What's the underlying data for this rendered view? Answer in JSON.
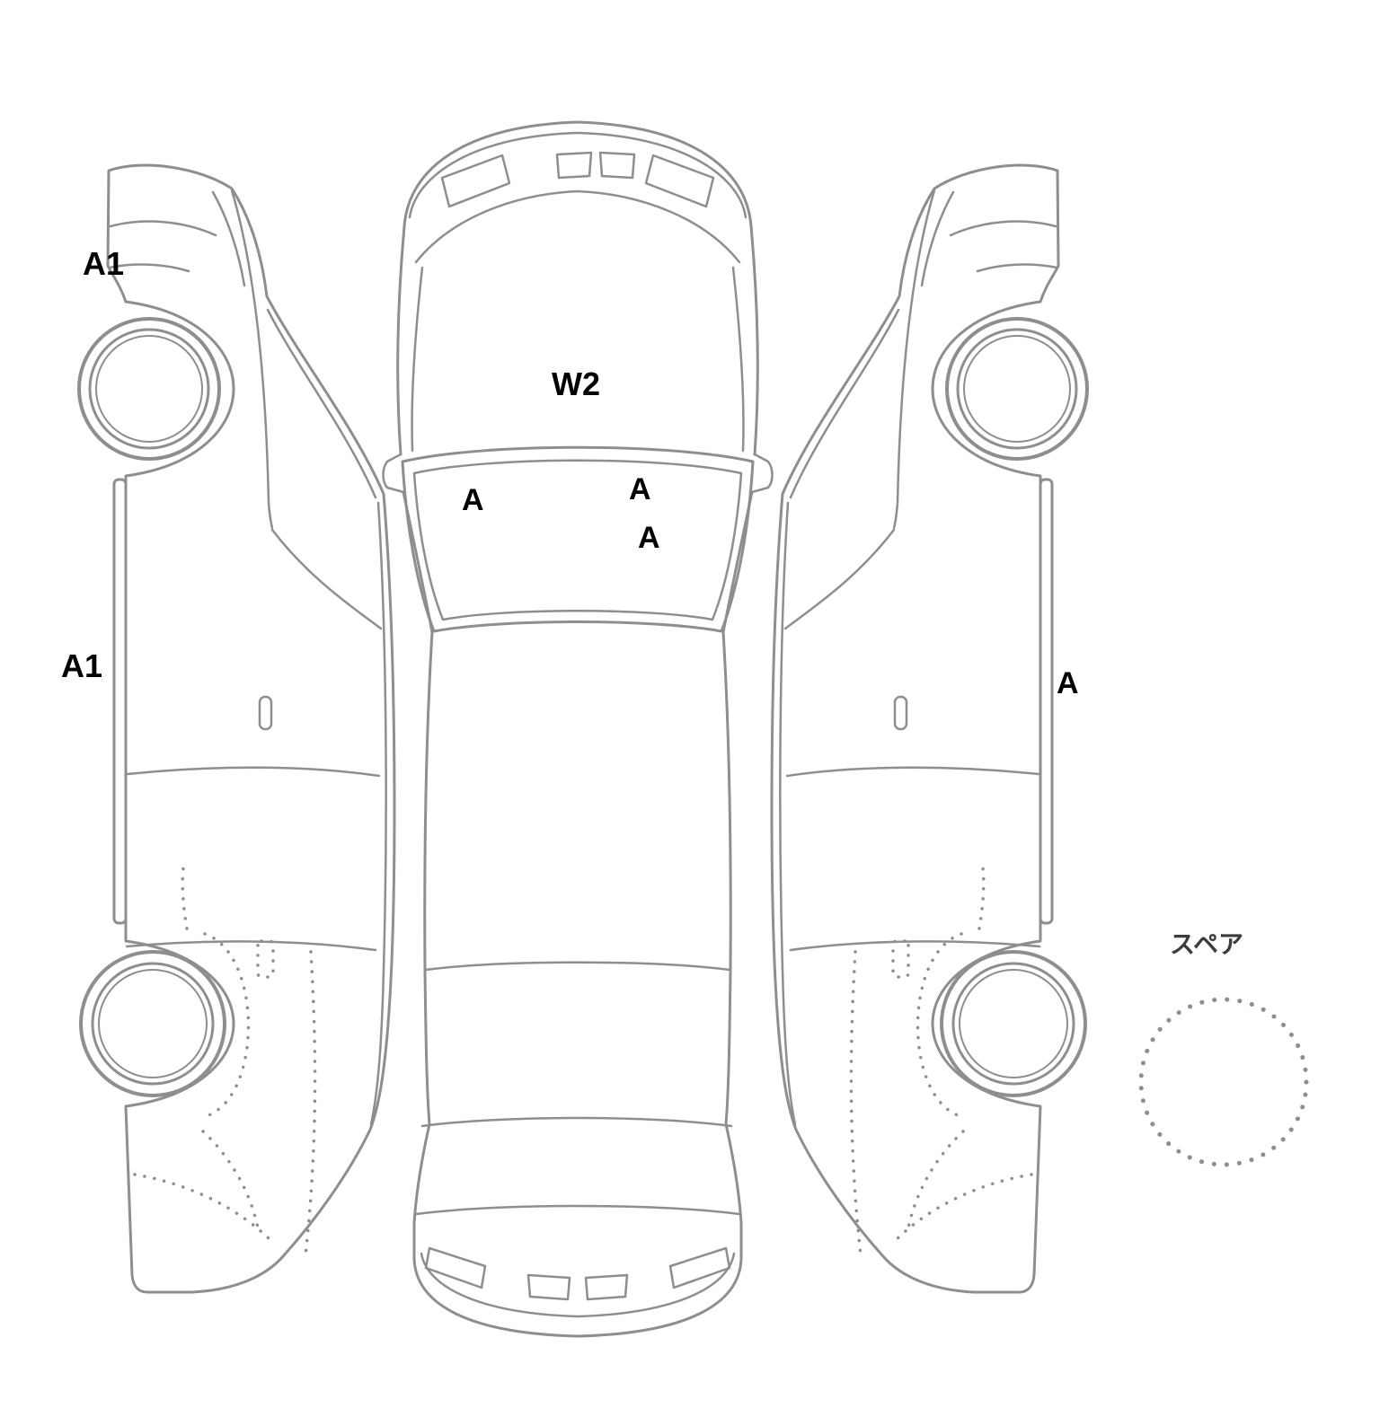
{
  "diagram": {
    "labels": {
      "front_left": "A1",
      "left_side": "A1",
      "hood": "W2",
      "windshield_left": "A",
      "windshield_upper_right": "A",
      "windshield_lower_right": "A",
      "right_side": "A",
      "spare": "スペア"
    },
    "colors": {
      "line": "#8e8e8e",
      "label": "#000000",
      "spare_label": "#3c3c3c"
    }
  }
}
